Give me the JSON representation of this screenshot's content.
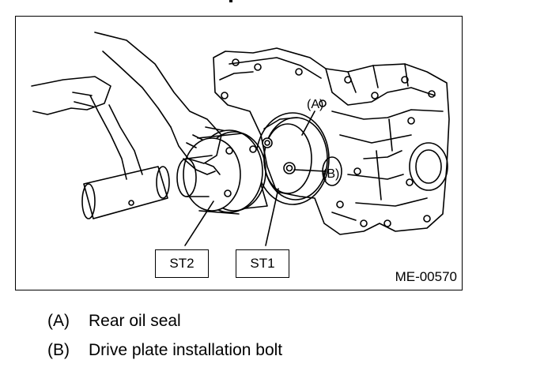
{
  "figure": {
    "tool_labels": {
      "st2": "ST2",
      "st1": "ST1"
    },
    "part_callouts": {
      "a": "(A)",
      "b": "(B)"
    },
    "figure_code": "ME-00570"
  },
  "legend": [
    {
      "key": "(A)",
      "text": "Rear oil seal"
    },
    {
      "key": "(B)",
      "text": "Drive plate installation bolt"
    }
  ]
}
